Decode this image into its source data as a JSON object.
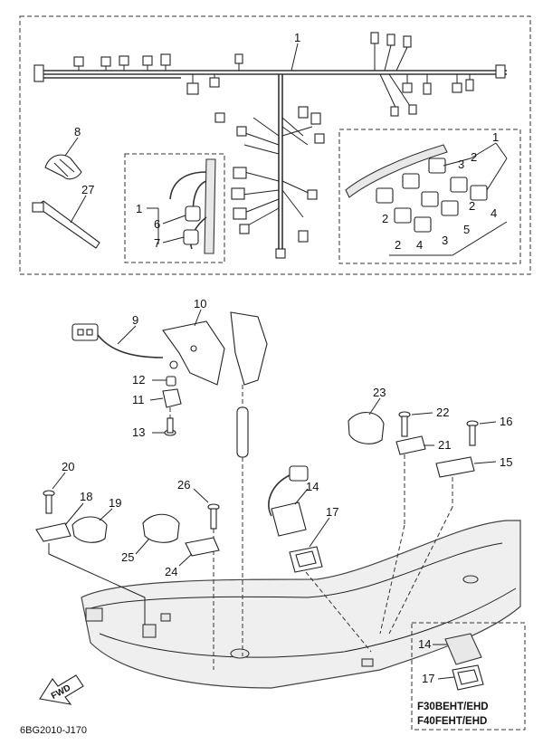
{
  "diagram": {
    "code": "6BG2010-J170",
    "fwd_label": "FWD",
    "model_line1": "F30BEHT/EHD",
    "model_line2": "F40FEHT/EHD",
    "callouts": {
      "c1_top": "1",
      "c1_inset": "1",
      "c1_mid": "1",
      "c2a": "2",
      "c2b": "2",
      "c2c": "2",
      "c2d": "2",
      "c3a": "3",
      "c3b": "3",
      "c4a": "4",
      "c4b": "4",
      "c5": "5",
      "c6": "6",
      "c7": "7",
      "c8": "8",
      "c9": "9",
      "c10": "10",
      "c11": "11",
      "c12": "12",
      "c13": "13",
      "c14": "14",
      "c14b": "14",
      "c15": "15",
      "c16": "16",
      "c17": "17",
      "c17b": "17",
      "c18": "18",
      "c19": "19",
      "c20": "20",
      "c21": "21",
      "c22": "22",
      "c23": "23",
      "c24": "24",
      "c25": "25",
      "c26": "26",
      "c27": "27"
    }
  }
}
